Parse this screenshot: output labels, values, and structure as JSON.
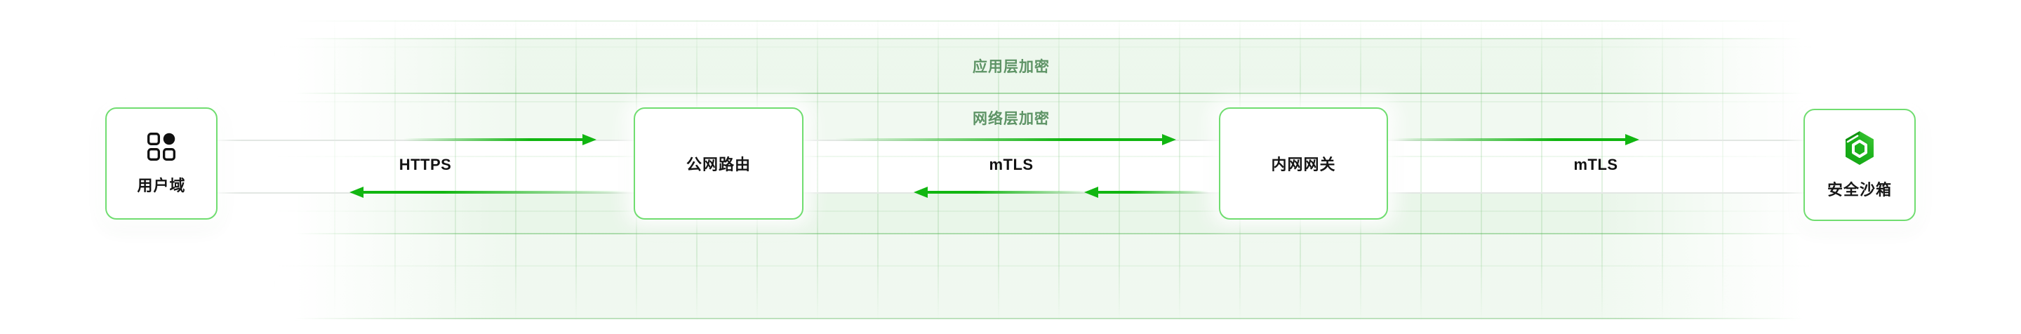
{
  "diagram": {
    "nodes": [
      {
        "id": "user-domain",
        "label": "用户域",
        "icon": "apps-grid-icon"
      },
      {
        "id": "public-routing",
        "label": "公网路由"
      },
      {
        "id": "internal-gateway",
        "label": "内网网关"
      },
      {
        "id": "security-sandbox",
        "label": "安全沙箱",
        "icon": "sandbox-hexagon-icon"
      }
    ],
    "encryption_lanes": [
      {
        "label": "应用层加密"
      },
      {
        "label": "网络层加密"
      }
    ],
    "links": [
      {
        "from": "用户域",
        "to": "公网路由",
        "label": "HTTPS",
        "bidirectional": true
      },
      {
        "from": "公网路由",
        "to": "内网网关",
        "label": "mTLS",
        "bidirectional": true
      },
      {
        "from": "内网网关",
        "to": "安全沙箱",
        "label": "mTLS",
        "bidirectional": true
      }
    ],
    "colors": {
      "accent_green": "#11b611",
      "box_border_green": "#70dd70",
      "lane_label_green": "#5e9466",
      "wire_gray": "#e2e7e3",
      "label_black": "#121212"
    }
  }
}
